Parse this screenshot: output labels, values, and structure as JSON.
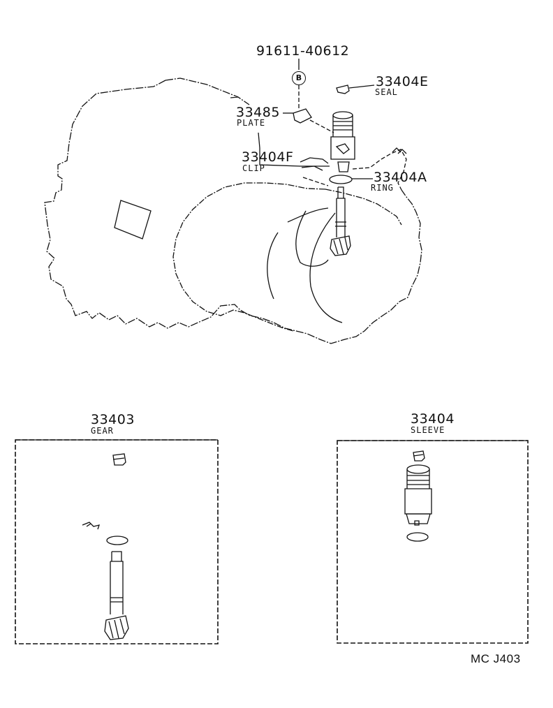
{
  "callouts": {
    "bolt": {
      "number": "91611-40612",
      "symbol": "B"
    },
    "seal": {
      "number": "33404E",
      "name": "SEAL"
    },
    "plate": {
      "number": "33485",
      "name": "PLATE"
    },
    "clip": {
      "number": "33404F",
      "name": "CLIP"
    },
    "ring": {
      "number": "33404A",
      "name": "RING"
    }
  },
  "kits": [
    {
      "number": "33403",
      "name": "GEAR"
    },
    {
      "number": "33404",
      "name": "SLEEVE"
    }
  ],
  "diagram_code": "MC J403"
}
